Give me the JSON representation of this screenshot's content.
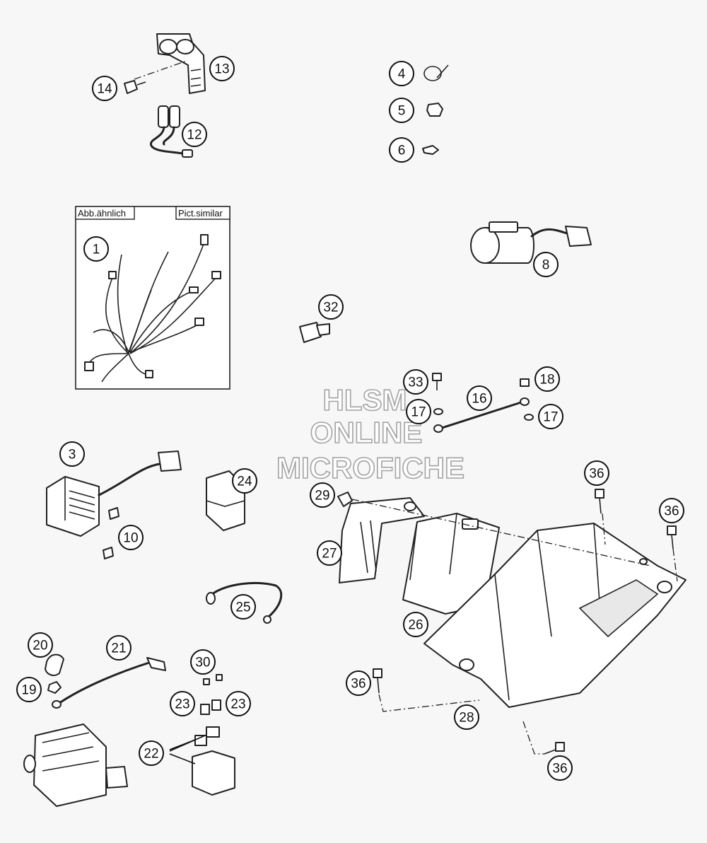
{
  "inset": {
    "label_left": "Abb.ähnlich",
    "label_right": "Pict.similar"
  },
  "watermark": {
    "line1": "HLSM",
    "line2": "ONLINE",
    "line3": "MICROFICHE"
  },
  "callouts": [
    {
      "label": "1"
    },
    {
      "label": "3"
    },
    {
      "label": "4"
    },
    {
      "label": "5"
    },
    {
      "label": "6"
    },
    {
      "label": "8"
    },
    {
      "label": "10"
    },
    {
      "label": "12"
    },
    {
      "label": "13"
    },
    {
      "label": "14"
    },
    {
      "label": "16"
    },
    {
      "label": "17"
    },
    {
      "label": "17"
    },
    {
      "label": "18"
    },
    {
      "label": "19"
    },
    {
      "label": "20"
    },
    {
      "label": "21"
    },
    {
      "label": "22"
    },
    {
      "label": "23"
    },
    {
      "label": "23"
    },
    {
      "label": "24"
    },
    {
      "label": "25"
    },
    {
      "label": "26"
    },
    {
      "label": "27"
    },
    {
      "label": "28"
    },
    {
      "label": "29"
    },
    {
      "label": "30"
    },
    {
      "label": "32"
    },
    {
      "label": "33"
    },
    {
      "label": "36"
    },
    {
      "label": "36"
    },
    {
      "label": "36"
    },
    {
      "label": "36"
    }
  ]
}
